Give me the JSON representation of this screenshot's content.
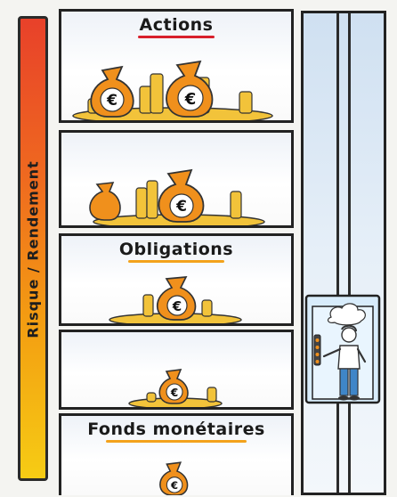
{
  "axis": {
    "label": "Risque / Rendement"
  },
  "shelves": [
    {
      "title": "Actions"
    },
    {
      "title": ""
    },
    {
      "title": "Obligations"
    },
    {
      "title": ""
    },
    {
      "title": "Fonds monétaires"
    }
  ],
  "currency_symbol": "€",
  "colors": {
    "risk_high": "#e8412a",
    "risk_low": "#f6cc14",
    "underline_actions": "#d8202c",
    "underline_other": "#f3a21c",
    "money_bag": "#f0901c",
    "coin": "#f2c33a",
    "shaft": "#d9e7f4"
  },
  "icons": {
    "money_bag": "money-bag-icon",
    "coin_stack": "coin-stack-icon",
    "person": "person-icon",
    "thought": "thought-bubble-icon"
  }
}
